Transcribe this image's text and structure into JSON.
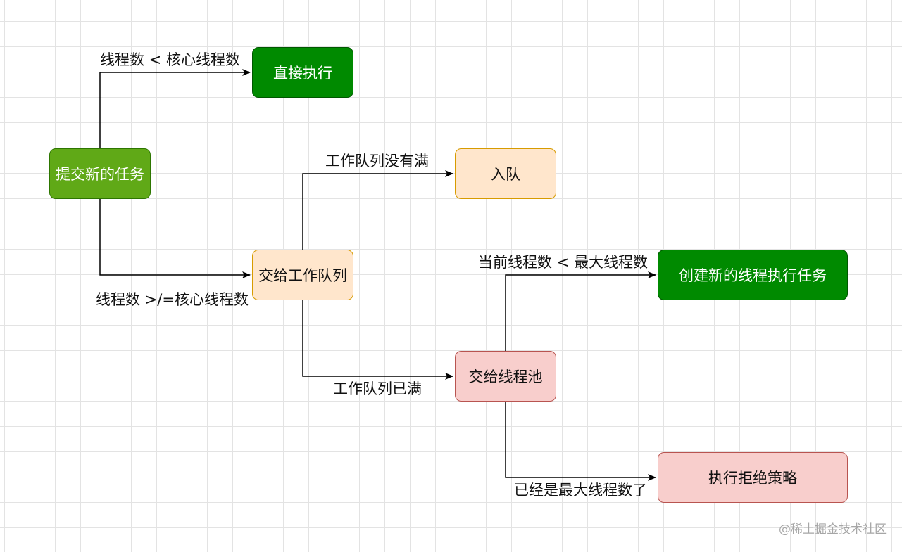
{
  "nodes": {
    "submit": "提交新的任务",
    "execute_directly": "直接执行",
    "hand_to_queue": "交给工作队列",
    "enqueue": "入队",
    "hand_to_pool": "交给线程池",
    "create_thread": "创建新的线程执行任务",
    "reject": "执行拒绝策略"
  },
  "edges": {
    "lt_core": "线程数 < 核心线程数",
    "ge_core": "线程数 >/=核心线程数",
    "queue_not_full": "工作队列没有满",
    "queue_full": "工作队列已满",
    "lt_max": "当前线程数 < 最大线程数",
    "at_max": "已经是最大线程数了"
  },
  "watermark": "@稀土掘金技术社区",
  "colors": {
    "green_dark": "#008a00",
    "green_light": "#60a917",
    "orange_fill": "#ffe6cc",
    "pink_fill": "#f8cecc",
    "edge": "#000000"
  }
}
